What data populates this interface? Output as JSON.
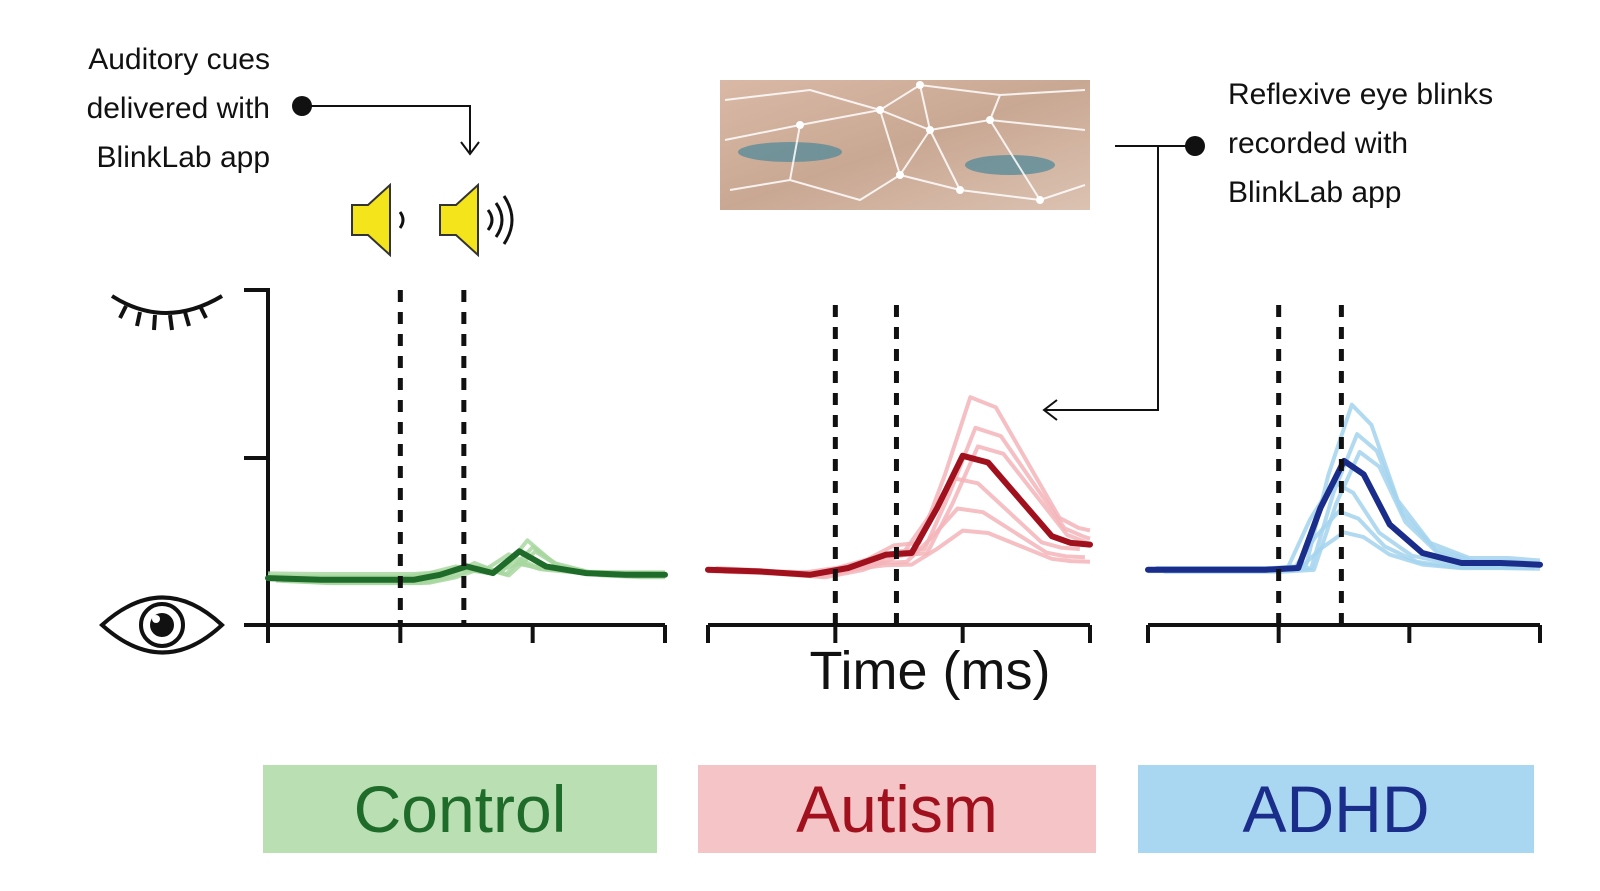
{
  "annotations": {
    "left": [
      "Auditory cues",
      "delivered with",
      "BlinkLab app"
    ],
    "right": [
      "Reflexive eye blinks",
      "recorded with",
      "BlinkLab app"
    ]
  },
  "icons": {
    "top_y_axis": "closed-eye-icon",
    "bottom_y_axis": "open-eye-icon",
    "cue_1": "speaker-icon",
    "cue_2": "speaker-loud-icon",
    "photo": "face-landmark-photo"
  },
  "axis_title": "Time (ms)",
  "groups": [
    {
      "name": "Control",
      "color": "#1f6b2a",
      "fill": "#b9dfb3"
    },
    {
      "name": "Autism",
      "color": "#a1111d",
      "fill": "#f5c4c7"
    },
    {
      "name": "ADHD",
      "color": "#1b2d8a",
      "fill": "#a9d6f0"
    }
  ],
  "chart_data": [
    {
      "type": "line",
      "group": "Control",
      "xlim": [
        0,
        3
      ],
      "ylim": [
        0,
        2
      ],
      "stimulus_lines": [
        1,
        1.48
      ],
      "series": [
        {
          "values": [
            [
              0,
              0.28
            ],
            [
              0.4,
              0.27
            ],
            [
              0.8,
              0.27
            ],
            [
              1.1,
              0.27
            ],
            [
              1.3,
              0.3
            ],
            [
              1.5,
              0.35
            ],
            [
              1.7,
              0.31
            ],
            [
              1.9,
              0.44
            ],
            [
              2.1,
              0.35
            ],
            [
              2.4,
              0.31
            ],
            [
              2.7,
              0.3
            ],
            [
              3,
              0.3
            ]
          ],
          "color": "#1f6b2a"
        }
      ],
      "individual_traces_color": "#a8d7a0"
    },
    {
      "type": "line",
      "group": "Autism",
      "xlim": [
        0,
        3
      ],
      "ylim": [
        0,
        2
      ],
      "stimulus_lines": [
        1,
        1.48
      ],
      "series": [
        {
          "values": [
            [
              0,
              0.33
            ],
            [
              0.4,
              0.32
            ],
            [
              0.8,
              0.3
            ],
            [
              1.1,
              0.34
            ],
            [
              1.4,
              0.42
            ],
            [
              1.6,
              0.43
            ],
            [
              1.8,
              0.7
            ],
            [
              2.0,
              1.01
            ],
            [
              2.2,
              0.97
            ],
            [
              2.45,
              0.75
            ],
            [
              2.7,
              0.53
            ],
            [
              2.85,
              0.49
            ],
            [
              3,
              0.48
            ]
          ],
          "color": "#a1111d"
        }
      ],
      "individual_traces_color": "#f3b4b8"
    },
    {
      "type": "line",
      "group": "ADHD",
      "xlim": [
        0,
        3
      ],
      "ylim": [
        0,
        2
      ],
      "stimulus_lines": [
        1,
        1.48
      ],
      "series": [
        {
          "values": [
            [
              0,
              0.33
            ],
            [
              0.5,
              0.33
            ],
            [
              0.9,
              0.33
            ],
            [
              1.15,
              0.34
            ],
            [
              1.32,
              0.7
            ],
            [
              1.5,
              0.98
            ],
            [
              1.65,
              0.9
            ],
            [
              1.85,
              0.6
            ],
            [
              2.1,
              0.43
            ],
            [
              2.4,
              0.37
            ],
            [
              2.7,
              0.37
            ],
            [
              3,
              0.36
            ]
          ],
          "color": "#1b2d8a"
        }
      ],
      "individual_traces_color": "#a3d3ef"
    }
  ]
}
